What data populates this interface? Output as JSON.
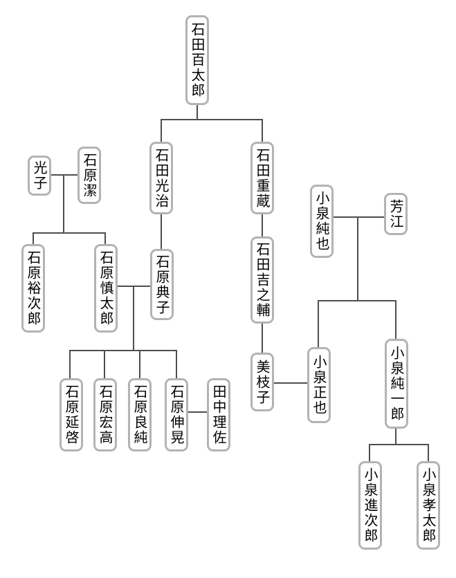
{
  "tree": {
    "type": "family-tree",
    "persons": [
      {
        "name": "石田百太郎"
      },
      {
        "name": "光子"
      },
      {
        "name": "石原潔"
      },
      {
        "name": "石田光治"
      },
      {
        "name": "石田重蔵"
      },
      {
        "name": "小泉純也"
      },
      {
        "name": "芳江"
      },
      {
        "name": "石原裕次郎"
      },
      {
        "name": "石原慎太郎"
      },
      {
        "name": "石原典子"
      },
      {
        "name": "石田吉之輔"
      },
      {
        "name": "美枝子"
      },
      {
        "name": "小泉正也"
      },
      {
        "name": "小泉純一郎"
      },
      {
        "name": "石原延啓"
      },
      {
        "name": "石原宏高"
      },
      {
        "name": "石原良純"
      },
      {
        "name": "石原伸晃"
      },
      {
        "name": "田中理佐"
      },
      {
        "name": "小泉進次郎"
      },
      {
        "name": "小泉孝太郎"
      }
    ],
    "relationships": {
      "couples": [
        {
          "partners": [
            "光子",
            "石原潔"
          ],
          "children": [
            "石原裕次郎",
            "石原慎太郎"
          ]
        },
        {
          "partners": [
            "石原慎太郎",
            "石原典子"
          ],
          "children": [
            "石原延啓",
            "石原宏高",
            "石原良純",
            "石原伸晃"
          ]
        },
        {
          "partners": [
            "石原伸晃",
            "田中理佐"
          ],
          "children": []
        },
        {
          "partners": [
            "小泉純也",
            "芳江"
          ],
          "children": [
            "小泉正也",
            "小泉純一郎"
          ]
        },
        {
          "partners": [
            "美枝子",
            "小泉正也"
          ],
          "children": []
        }
      ],
      "parent_child": [
        {
          "parent": "石田百太郎",
          "children": [
            "石田光治",
            "石田重蔵"
          ]
        },
        {
          "parent": "石田光治",
          "children": [
            "石原典子"
          ]
        },
        {
          "parent": "石田重蔵",
          "children": [
            "石田吉之輔"
          ]
        },
        {
          "parent": "石田吉之輔",
          "children": [
            "美枝子"
          ]
        },
        {
          "parent": "小泉純一郎",
          "children": [
            "小泉進次郎",
            "小泉孝太郎"
          ]
        }
      ]
    },
    "style": {
      "box_fill": "#ffffff",
      "box_border_color": "#b3b3b3",
      "line_color": "#4d4d4d",
      "text_color": "#000000"
    }
  }
}
